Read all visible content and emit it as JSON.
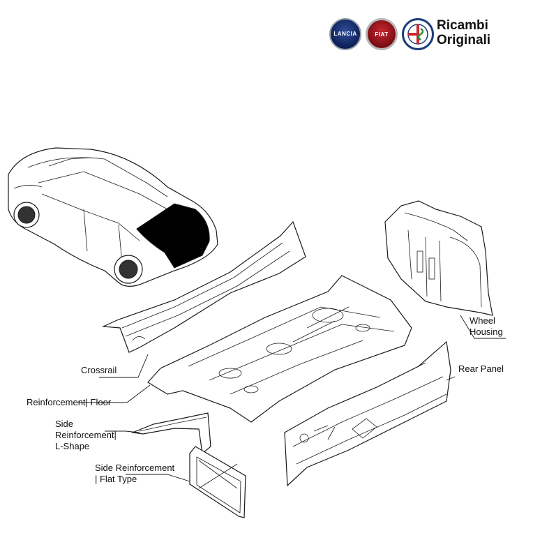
{
  "brand": {
    "line1": "Ricambi",
    "line2": "Originali",
    "badges": [
      {
        "name": "lancia-badge",
        "text": "LANCIA",
        "color": "#1f3a85"
      },
      {
        "name": "fiat-badge",
        "text": "FIAT",
        "color": "#a8181f"
      },
      {
        "name": "alfa-romeo-badge",
        "text": "",
        "color": "#1b3d7a"
      }
    ]
  },
  "labels": {
    "crossrail": "Crossrail",
    "reinforcement_floor": "Reinforcement| Floor",
    "side_reinforcement_lshape": "Side\nReinforcement|\nL-Shape",
    "side_reinforcement_flat": "Side Reinforcement\n| Flat Type",
    "wheel_housing": "Wheel\nHousing",
    "rear_panel": "Rear Panel"
  },
  "colors": {
    "line": "#1a1a1a",
    "trunk_highlight": "#000000",
    "background": "#ffffff"
  }
}
